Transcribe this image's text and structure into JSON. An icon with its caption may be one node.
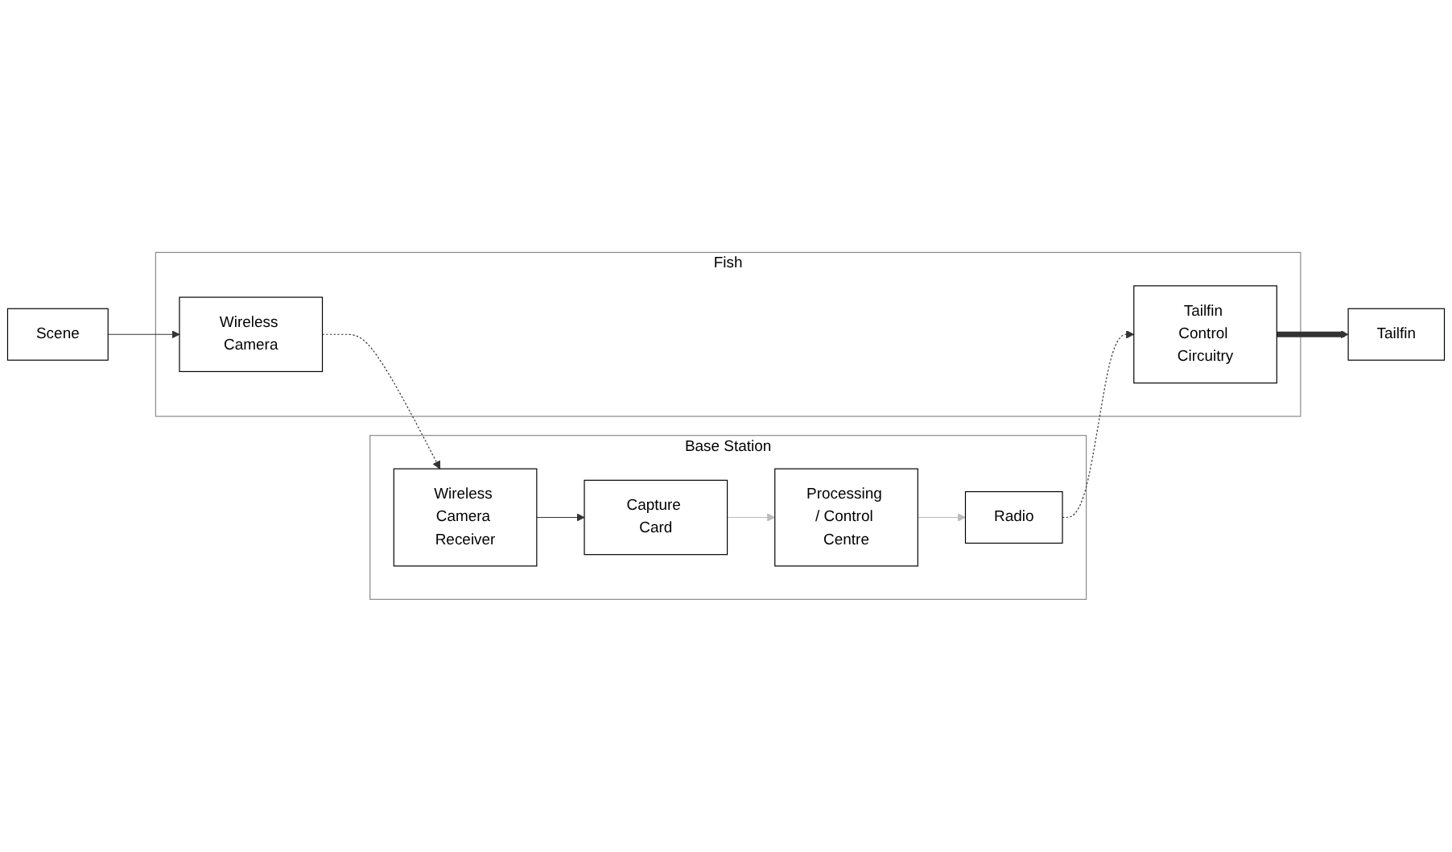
{
  "diagram": {
    "nodes": [
      {
        "text": [
          "Base Station"
        ]
      },
      {
        "text": [
          "Wireless Camera Receiver"
        ],
        "in": 0
      },
      {
        "text": [
          "Capture Card"
        ],
        "in": 0
      },
      {
        "text": [
          "Processing / Control Centre"
        ],
        "in": 0
      },
      {
        "text": [
          "Radio"
        ],
        "in": 0
      },
      {
        "text": [
          "Fish"
        ]
      },
      {
        "text": [
          "Scene"
        ]
      },
      {
        "text": [
          "Wireless Camera"
        ],
        "in": 5
      },
      {
        "text": [
          "Tailfin Control Circuitry"
        ],
        "in": 5
      },
      {
        "text": [
          "Tailfin"
        ]
      }
    ],
    "edges": [
      {
        "from": 1,
        "to": 2,
        "arrow": "to"
      },
      {
        "from": 2,
        "to": 3,
        "arrow": "to",
        "color": "#bbbbbb"
      },
      {
        "from": 3,
        "to": 4,
        "arrow": "to",
        "color": "#bbbbbb"
      },
      {
        "from": 7,
        "to": 1,
        "arrow": "to",
        "style": "dashed"
      },
      {
        "from": 4,
        "to": 8,
        "arrow": "to",
        "style": "dashed"
      },
      {
        "from": 6,
        "to": 7,
        "arrow": "to"
      },
      {
        "from": 8,
        "to": 9,
        "arrow": "to",
        "style": "thick"
      }
    ]
  }
}
